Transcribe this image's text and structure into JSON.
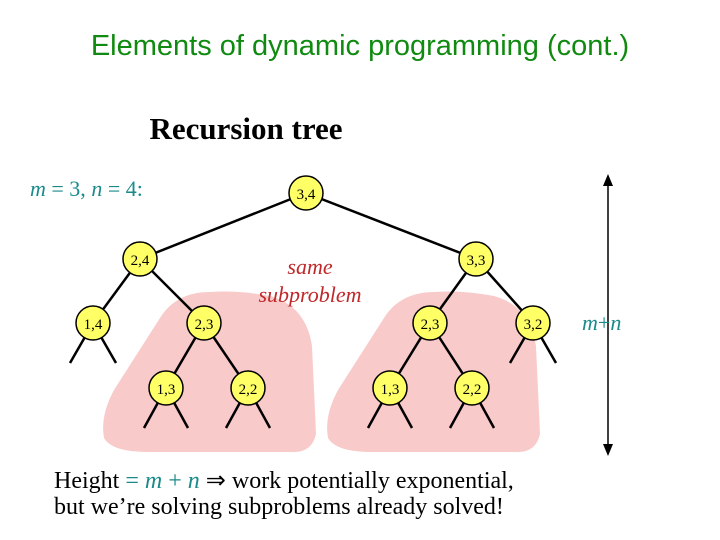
{
  "slide": {
    "title": "Elements of dynamic programming (cont.)"
  },
  "diagram": {
    "heading": "Recursion tree",
    "params": {
      "m_symbol": "m",
      "eq_m": " = 3, ",
      "n_symbol": "n",
      "eq_n": " = 4:"
    },
    "annotation": {
      "line1": "same",
      "line2": "subproblem"
    },
    "height_label": {
      "m": "m",
      "plus": "+",
      "n": "n"
    },
    "nodes": [
      {
        "id": "n34",
        "label": "3,4"
      },
      {
        "id": "n24",
        "label": "2,4"
      },
      {
        "id": "n33",
        "label": "3,3"
      },
      {
        "id": "n14",
        "label": "1,4"
      },
      {
        "id": "n23a",
        "label": "2,3"
      },
      {
        "id": "n23b",
        "label": "2,3"
      },
      {
        "id": "n32",
        "label": "3,2"
      },
      {
        "id": "n13a",
        "label": "1,3"
      },
      {
        "id": "n22a",
        "label": "2,2"
      },
      {
        "id": "n13b",
        "label": "1,3"
      },
      {
        "id": "n22b",
        "label": "2,2"
      }
    ],
    "colors": {
      "node_fill": "#ffff66",
      "highlight": "#f9caca",
      "annotation": "#c0282a",
      "params": "#1a8a8a",
      "title": "#108a10"
    }
  },
  "footer": {
    "line1_prefix": "Height ",
    "eq": "= ",
    "m": "m",
    "plus": " + ",
    "n": "n",
    "line1_suffix": " ⇒ work potentially exponential,",
    "line2": "but we’re solving subproblems already solved!"
  }
}
